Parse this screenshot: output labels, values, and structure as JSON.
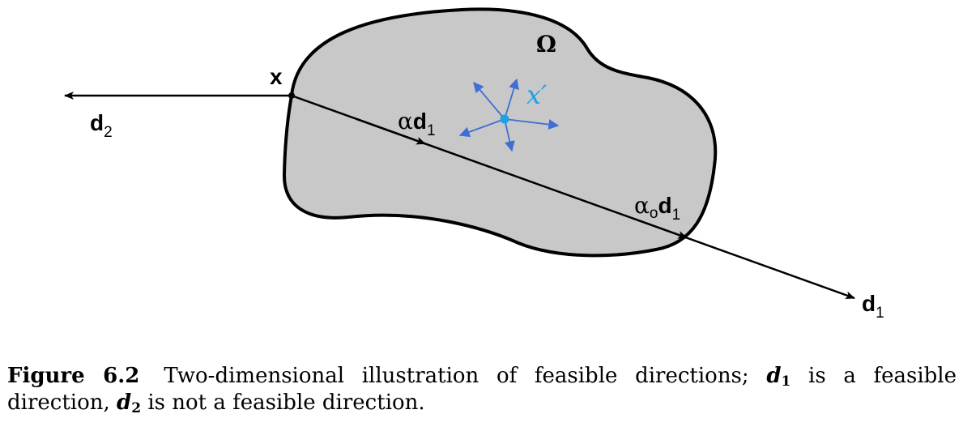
{
  "figure": {
    "region_label": "Ω",
    "point_label": "x",
    "inner_point_label": "x′",
    "ray_left_label": "d",
    "ray_left_sub": "2",
    "ray_right_label": "d",
    "ray_right_sub": "1",
    "step_label_alpha": "α",
    "step_label_d": "d",
    "step_label_sub": "1",
    "max_step_alpha": "α",
    "max_step_alpha_sub": "o",
    "max_step_d": "d",
    "max_step_sub": "1",
    "colors": {
      "region_fill": "#c8c8c8",
      "outline": "#000000",
      "inner_arrows": "#3f6fd4",
      "inner_point": "#1ca0e6"
    }
  },
  "caption": {
    "figure_number": "Figure 6.2",
    "text_1": "Two-dimensional illustration of feasible directions; ",
    "d1": "d",
    "d1_sub": "1",
    "text_2": " is a feasible direction, ",
    "d2": "d",
    "d2_sub": "2",
    "text_3": " is not a feasible direction."
  }
}
